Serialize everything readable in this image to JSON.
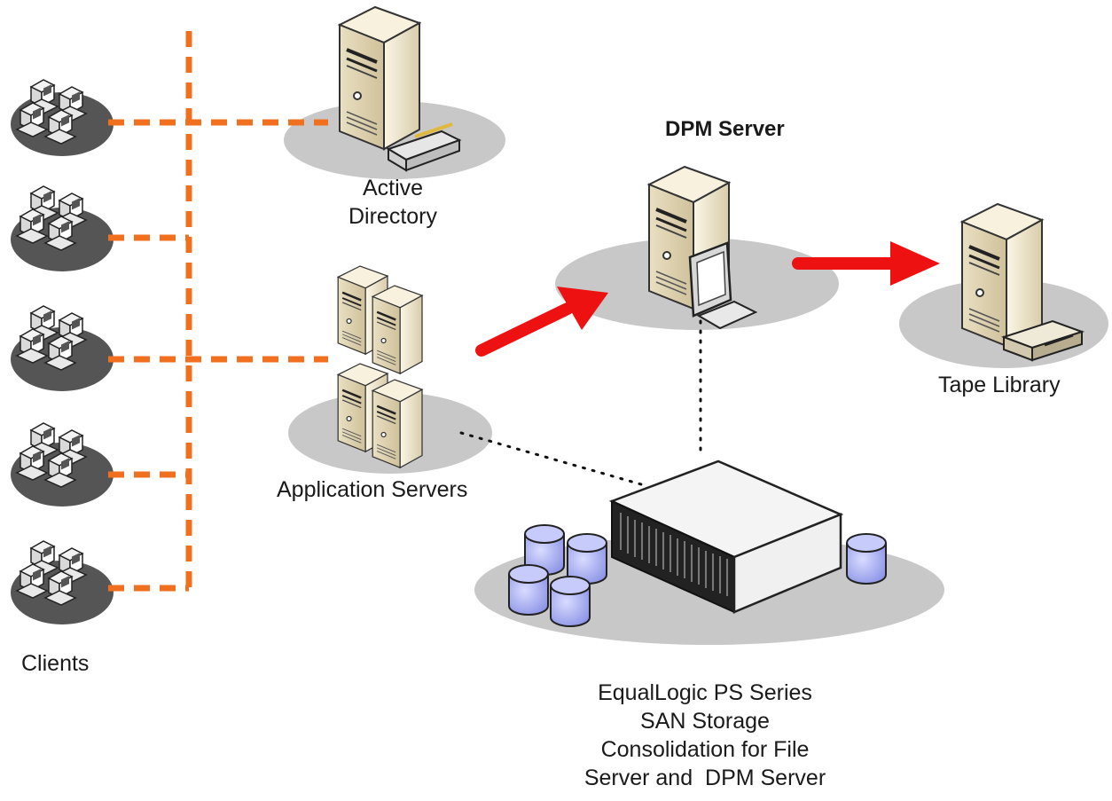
{
  "labels": {
    "dpm_server": "DPM Server",
    "active_directory": [
      "Active",
      "Directory"
    ],
    "application_servers": "Application Servers",
    "tape_library": "Tape Library",
    "clients": "Clients",
    "san_storage": [
      "EqualLogic PS Series",
      "SAN Storage",
      "Consolidation for File",
      "Server and  DPM Server"
    ]
  },
  "colors": {
    "lan_line": "#f07020",
    "data_flow_arrow": "#ee1111",
    "san_link": "#111111",
    "platform_shadow": "#c8c8c8",
    "server_body": "#efe6cf",
    "disk": "#a9b0f0"
  },
  "connections": [
    {
      "from": "clients",
      "to": "active-directory",
      "style": "dashed-orange"
    },
    {
      "from": "clients",
      "to": "application-servers",
      "style": "dashed-orange"
    },
    {
      "from": "application-servers",
      "to": "dpm-server",
      "style": "red-arrow"
    },
    {
      "from": "dpm-server",
      "to": "tape-library",
      "style": "red-arrow"
    },
    {
      "from": "dpm-server",
      "to": "san-storage",
      "style": "dotted-black"
    },
    {
      "from": "application-servers",
      "to": "san-storage",
      "style": "dotted-black"
    }
  ]
}
